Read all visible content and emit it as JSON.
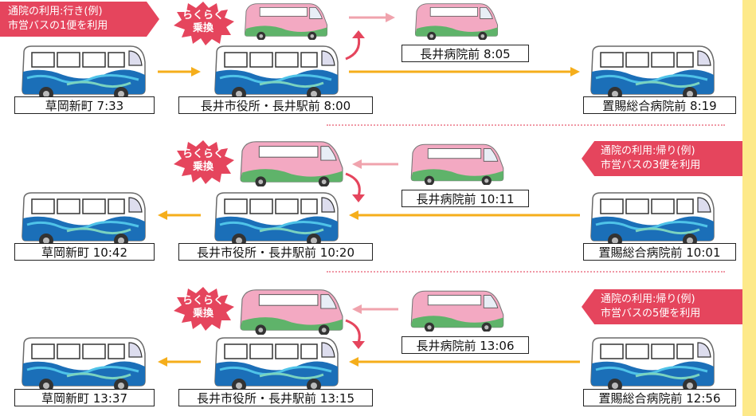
{
  "colors": {
    "pink": "#e5455d",
    "orange": "#f5ae1b",
    "light_pink_arrow": "#f0a3ad",
    "bus_blue": "#1b6fb8",
    "bus_pink": "#f3a9c2"
  },
  "section1": {
    "tag_line1": "通院の利用:行き(例)",
    "tag_line2": "市営バスの1便を利用",
    "burst_line1": "らくらく",
    "burst_line2": "乗換",
    "stop_a": "草岡新町 7:33",
    "stop_b": "長井市役所・長井駅前 8:00",
    "stop_mid": "長井病院前 8:05",
    "stop_c": "置賜総合病院前 8:19"
  },
  "section2": {
    "tag_line1": "通院の利用:帰り(例)",
    "tag_line2": "市営バスの3便を利用",
    "burst_line1": "らくらく",
    "burst_line2": "乗換",
    "stop_a": "草岡新町 10:42",
    "stop_b": "長井市役所・長井駅前 10:20",
    "stop_mid": "長井病院前 10:11",
    "stop_c": "置賜総合病院前 10:01"
  },
  "section3": {
    "tag_line1": "通院の利用:帰り(例)",
    "tag_line2": "市営バスの5便を利用",
    "burst_line1": "らくらく",
    "burst_line2": "乗換",
    "stop_a": "草岡新町 13:37",
    "stop_b": "長井市役所・長井駅前 13:15",
    "stop_mid": "長井病院前 13:06",
    "stop_c": "置賜総合病院前 12:56"
  }
}
